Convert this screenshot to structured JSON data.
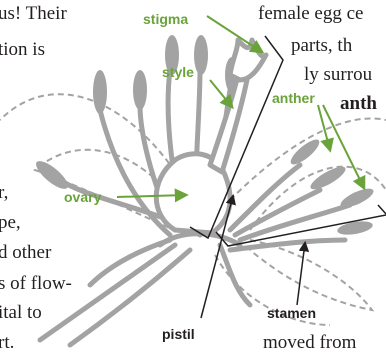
{
  "colors": {
    "label_green": "#6aa33a",
    "flower_gray": "#a3a3a3",
    "outline_dark": "#231f20"
  },
  "body_text": {
    "left": [
      "us! Their",
      "tion is",
      "r,",
      "pe,",
      "d other",
      "s of flow-",
      "ital to",
      "rt."
    ],
    "right": [
      "female egg ce",
      "parts, th",
      "ly surrou",
      "anth",
      "moved from"
    ]
  },
  "labels": {
    "stigma": "stigma",
    "style": "style",
    "anther": "anther",
    "ovary": "ovary",
    "pistil": "pistil",
    "stamen": "stamen"
  }
}
